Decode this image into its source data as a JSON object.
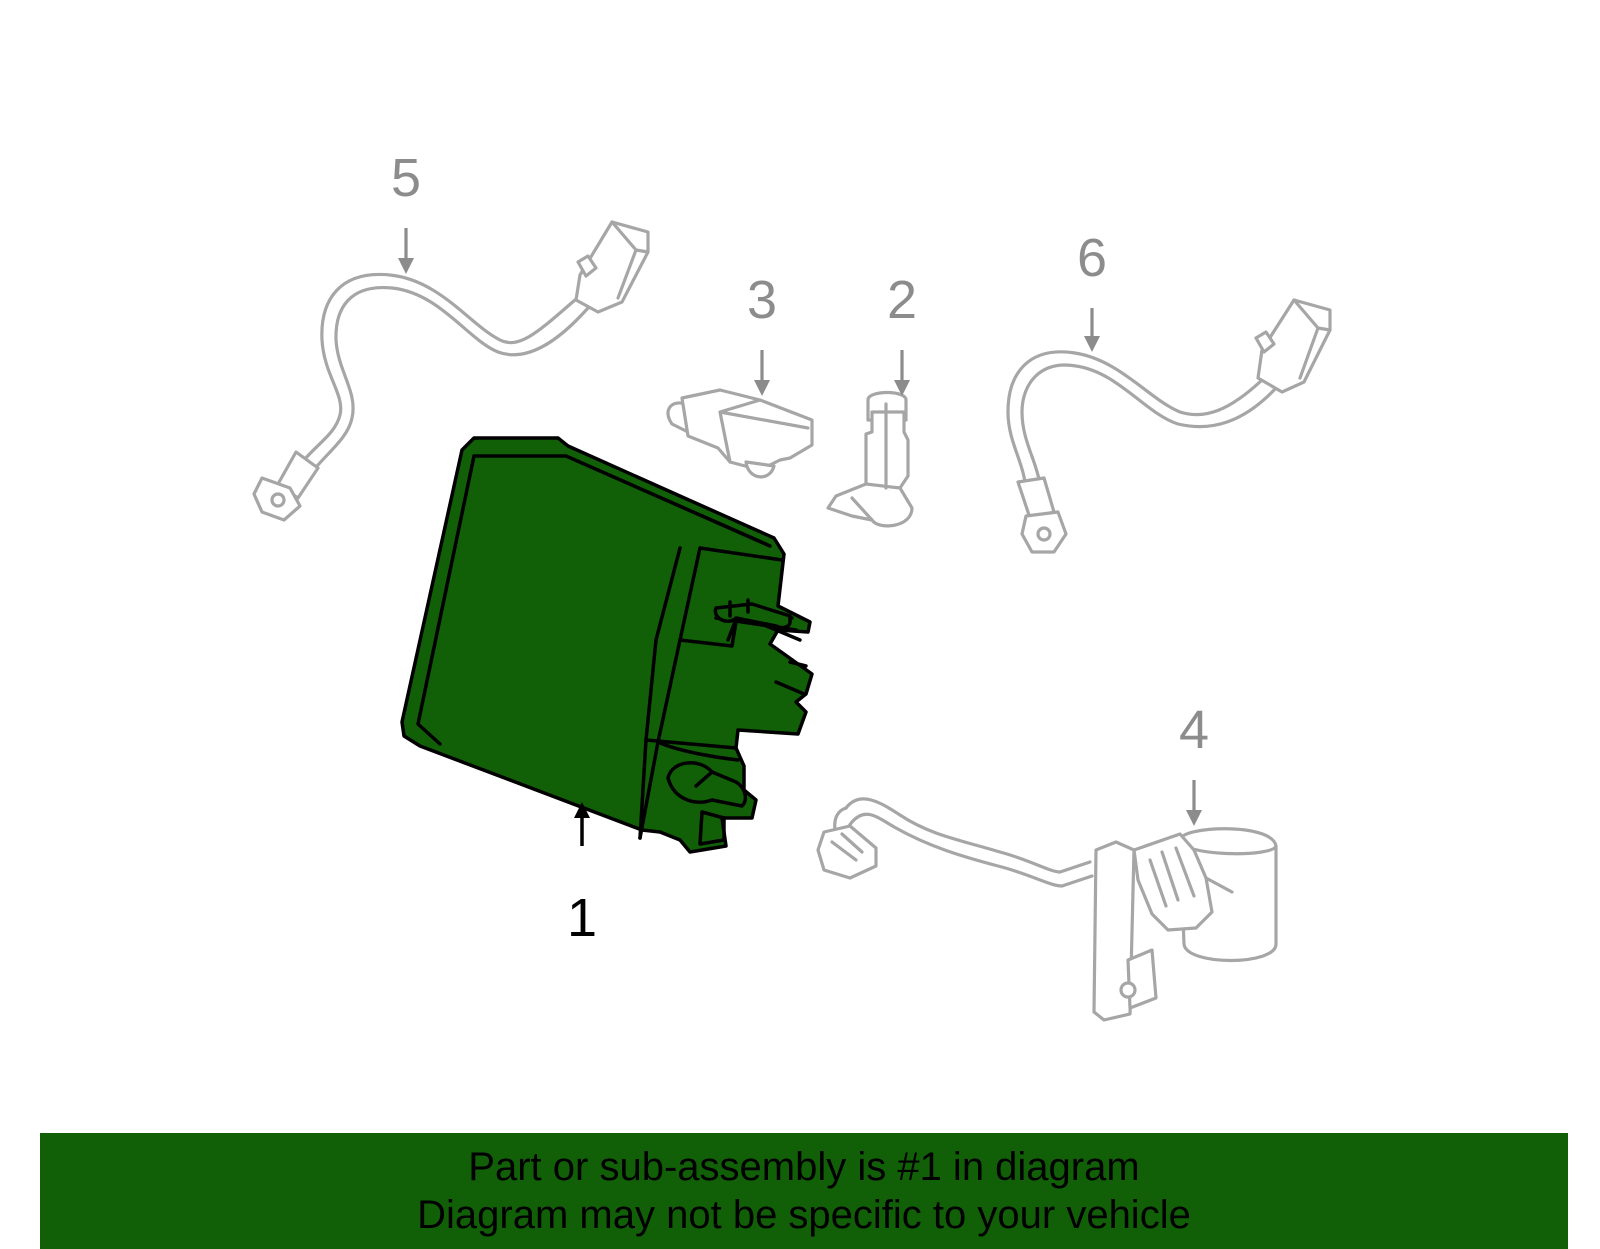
{
  "colors": {
    "highlight": "#116008",
    "banner": "#116008",
    "outline_gray": "#a6a6a6",
    "callout_gray": "#8c8c8c",
    "background": "#ffffff"
  },
  "callouts": [
    {
      "id": "1",
      "label": "1",
      "highlighted": true
    },
    {
      "id": "2",
      "label": "2",
      "highlighted": false
    },
    {
      "id": "3",
      "label": "3",
      "highlighted": false
    },
    {
      "id": "4",
      "label": "4",
      "highlighted": false
    },
    {
      "id": "5",
      "label": "5",
      "highlighted": false
    },
    {
      "id": "6",
      "label": "6",
      "highlighted": false
    }
  ],
  "banner": {
    "line1": "Part or sub-assembly is #1 in diagram",
    "line2": "Diagram may not be specific to your vehicle"
  }
}
